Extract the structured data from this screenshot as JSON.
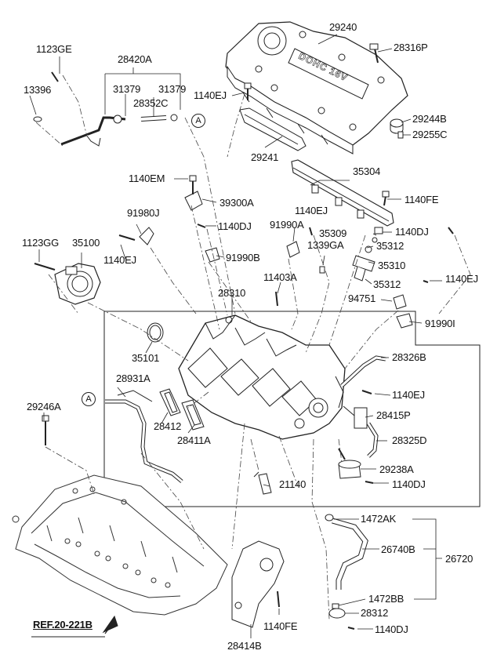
{
  "parts": {
    "p29240": "29240",
    "p28316P": "28316P",
    "p1140EJ_a": "1140EJ",
    "p29244B": "29244B",
    "p29255C": "29255C",
    "p29241": "29241",
    "p1123GE": "1123GE",
    "p28420A": "28420A",
    "p31379_a": "31379",
    "p31379_b": "31379",
    "p13396": "13396",
    "p28352C": "28352C",
    "p1140EM": "1140EM",
    "p39300A": "39300A",
    "p35304": "35304",
    "p1140FE_a": "1140FE",
    "p91980J": "91980J",
    "p1140DJ_a": "1140DJ",
    "p1140EJ_b": "1140EJ",
    "p91990A": "91990A",
    "p35309": "35309",
    "p1140DJ_b": "1140DJ",
    "p1123GG": "1123GG",
    "p35100": "35100",
    "p1140EJ_c": "1140EJ",
    "p91990B": "91990B",
    "p1339GA": "1339GA",
    "p35312_a": "35312",
    "p35310": "35310",
    "p11403A": "11403A",
    "p35312_b": "35312",
    "p1140EJ_d": "1140EJ",
    "p28310": "28310",
    "p94751": "94751",
    "p91990I": "91990I",
    "p35101": "35101",
    "p28326B": "28326B",
    "p28931A": "28931A",
    "p1140EJ_e": "1140EJ",
    "p29246A": "29246A",
    "p28415P": "28415P",
    "p28412": "28412",
    "p28411A": "28411A",
    "p28325D": "28325D",
    "p29238A": "29238A",
    "p1140DJ_c": "1140DJ",
    "p21140": "21140",
    "p1472AK": "1472AK",
    "p26740B": "26740B",
    "p26720": "26720",
    "p1472BB": "1472BB",
    "p28312": "28312",
    "p1140FE_b": "1140FE",
    "p1140DJ_d": "1140DJ",
    "p28414B": "28414B"
  },
  "ref_label": "REF.20-221B",
  "circle_ref": "A",
  "cover_text": "DOHC 16V",
  "colors": {
    "line": "#222222",
    "fill": "#ffffff",
    "shade": "#c8c8c8"
  }
}
